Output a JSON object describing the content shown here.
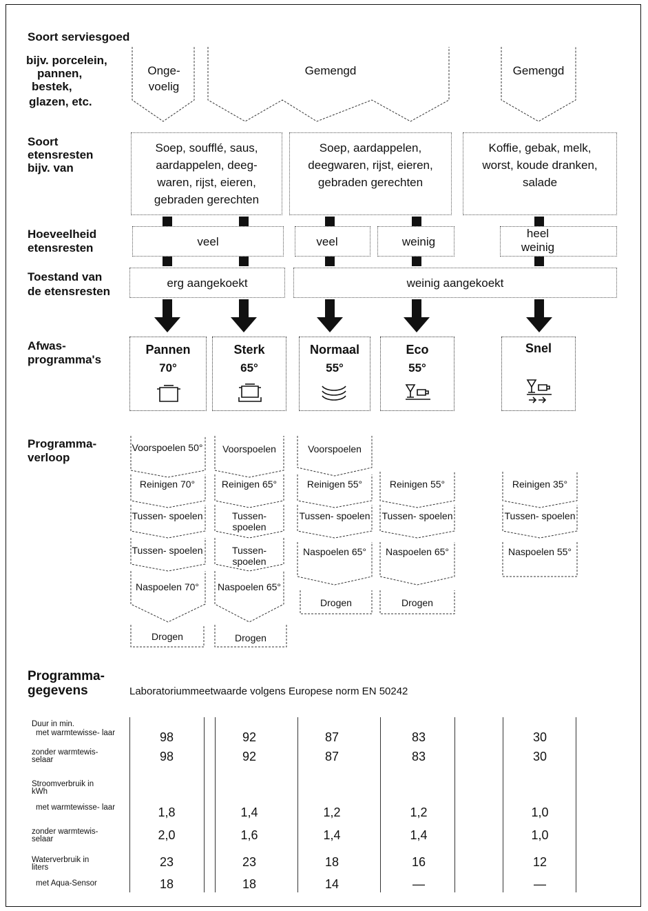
{
  "rows": {
    "serviesgoed_title": "Soort serviesgoed",
    "serviesgoed_sub": [
      "bijv. porcelein,",
      "pannen,",
      "bestek,",
      "glazen, etc."
    ],
    "etensresten_label": [
      "Soort",
      "etensresten",
      "bijv. van"
    ],
    "hoeveelheid_label": [
      "Hoeveelheid",
      "etensresten"
    ],
    "toestand_label": [
      "Toestand van",
      "de etensresten"
    ],
    "afwas_label": [
      "Afwas-",
      "programma's"
    ],
    "verloop_label": [
      "Programma-",
      "verloop"
    ],
    "gegevens_label": [
      "Programma-",
      "gegevens"
    ]
  },
  "serviesgoed": {
    "col1": [
      "Onge-",
      "voelig"
    ],
    "col2": "Gemengd",
    "col3": "Gemengd"
  },
  "etensresten": {
    "col1": [
      "Soep, soufflé, saus,",
      "aardappelen, deeg-",
      "waren, rijst, eieren,",
      "gebraden gerechten"
    ],
    "col2": [
      "Soep, aardappelen,",
      "deegwaren, rijst, eieren,",
      "gebraden gerechten"
    ],
    "col3": [
      "Koffie, gebak, melk,",
      "worst, koude dranken,",
      "salade"
    ]
  },
  "hoeveelheid": {
    "col1": "veel",
    "col2a": "veel",
    "col2b": "weinig",
    "col3": [
      "heel",
      "weinig"
    ]
  },
  "toestand": {
    "col1": "erg aangekoekt",
    "col2": "weinig aangekoekt"
  },
  "programmas": [
    {
      "name": "Pannen",
      "temp": "70°",
      "icon": "pot-icon"
    },
    {
      "name": "Sterk",
      "temp": "65°",
      "icon": "pot-with-rack-icon"
    },
    {
      "name": "Normaal",
      "temp": "55°",
      "icon": "plates-stack-icon"
    },
    {
      "name": "Eco",
      "temp": "55°",
      "icon": "glass-cup-icon"
    },
    {
      "name": "Snel",
      "temp": "",
      "icon": "glass-cup-quick-icon"
    }
  ],
  "verloop": {
    "pannen": [
      "Voorspoelen 50°",
      "Reinigen 70°",
      "Tussen- spoelen",
      "Tussen- spoelen",
      "Naspoelen 70°",
      "Drogen"
    ],
    "sterk": [
      "Voorspoelen",
      "Reinigen 65°",
      "Tussen- spoelen",
      "Tussen- spoelen",
      "Naspoelen 65°",
      "Drogen"
    ],
    "normaal": [
      "Voorspoelen",
      "Reinigen 55°",
      "Tussen- spoelen",
      "Naspoelen 65°",
      "Drogen"
    ],
    "eco": [
      "Reinigen 55°",
      "Tussen- spoelen",
      "Naspoelen 65°",
      "Drogen"
    ],
    "snel": [
      "Reinigen 35°",
      "Tussen- spoelen",
      "Naspoelen 55°"
    ]
  },
  "gegevens": {
    "norm": "Laboratoriummeetwaarde volgens Europese norm EN 50242",
    "labels": {
      "duur": "Duur in min.",
      "met1": "met warmtewisse- laar",
      "zonder1": "zonder warmtewis- selaar",
      "stroom": "Stroomverbruik in kWh",
      "met2": "met warmtewisse- laar",
      "zonder2": "zonder warmtewis- selaar",
      "water": "Waterverbruik in liters",
      "aqua": "met Aqua-Sensor"
    },
    "duur_met": [
      "98",
      "92",
      "87",
      "83",
      "30"
    ],
    "duur_zonder": [
      "98",
      "92",
      "87",
      "83",
      "30"
    ],
    "stroom_met": [
      "1,8",
      "1,4",
      "1,2",
      "1,2",
      "1,0"
    ],
    "stroom_zonder": [
      "2,0",
      "1,6",
      "1,4",
      "1,4",
      "1,0"
    ],
    "water": [
      "23",
      "23",
      "18",
      "16",
      "12"
    ],
    "aqua": [
      "18",
      "18",
      "14",
      "—",
      "—"
    ]
  }
}
